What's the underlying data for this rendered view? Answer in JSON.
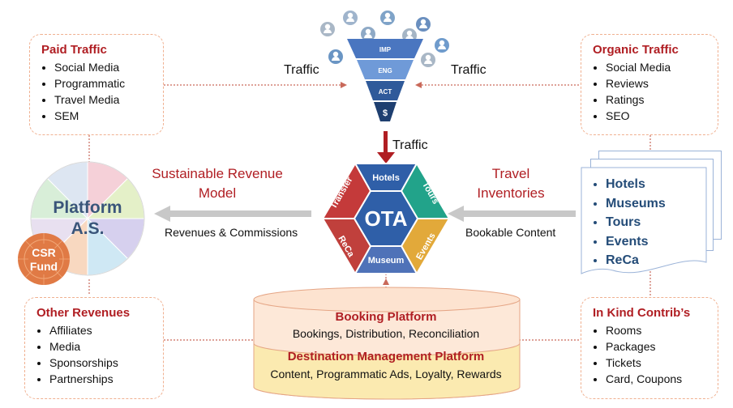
{
  "paid_traffic": {
    "title": "Paid Traffic",
    "items": [
      "Social Media",
      "Programmatic",
      "Travel Media",
      "SEM"
    ]
  },
  "organic_traffic": {
    "title": "Organic Traffic",
    "items": [
      "Social Media",
      "Reviews",
      "Ratings",
      "SEO"
    ]
  },
  "other_revenues": {
    "title": "Other Revenues",
    "items": [
      "Affiliates",
      "Media",
      "Sponsorships",
      "Partnerships"
    ]
  },
  "in_kind": {
    "title": "In Kind Contrib’s",
    "items": [
      "Rooms",
      "Packages",
      "Tickets",
      "Card, Coupons"
    ]
  },
  "funnel": {
    "stages": [
      "IMP",
      "ENG",
      "ACT",
      "$"
    ]
  },
  "labels": {
    "traffic_left": "Traffic",
    "traffic_right": "Traffic",
    "traffic_down": "Traffic",
    "revenue_model": "Sustainable Revenue Model",
    "travel_inventories": "Travel Inventories",
    "revenues_commissions": "Revenues & Commissions",
    "bookable_content": "Bookable Content"
  },
  "platform": {
    "name_line1": "Platform",
    "name_line2": "A.S.",
    "csr_line1": "CSR",
    "csr_line2": "Fund"
  },
  "ota": {
    "center": "OTA",
    "segments": [
      "Hotels",
      "Tours",
      "Events",
      "Museum",
      "ReCa",
      "Transfer"
    ]
  },
  "inventory": {
    "items": [
      "Hotels",
      "Museums",
      "Tours",
      "Events",
      "ReCa"
    ]
  },
  "booking": {
    "title": "Booking Platform",
    "subtitle": "Bookings, Distribution, Reconciliation"
  },
  "dmp": {
    "title": "Destination Management Platform",
    "subtitle": "Content, Programmatic Ads, Loyalty, Rewards"
  },
  "colors": {
    "accent_red": "#b01e23",
    "funnel_blue": "#3c6ab4",
    "ota_blue": "#2f5fa8",
    "hotels": "#2f5fa8",
    "tours": "#22a38a",
    "events": "#e2a93a",
    "museum": "#4f72b8",
    "reca": "#c0403c",
    "transfer": "#c43a3a"
  }
}
